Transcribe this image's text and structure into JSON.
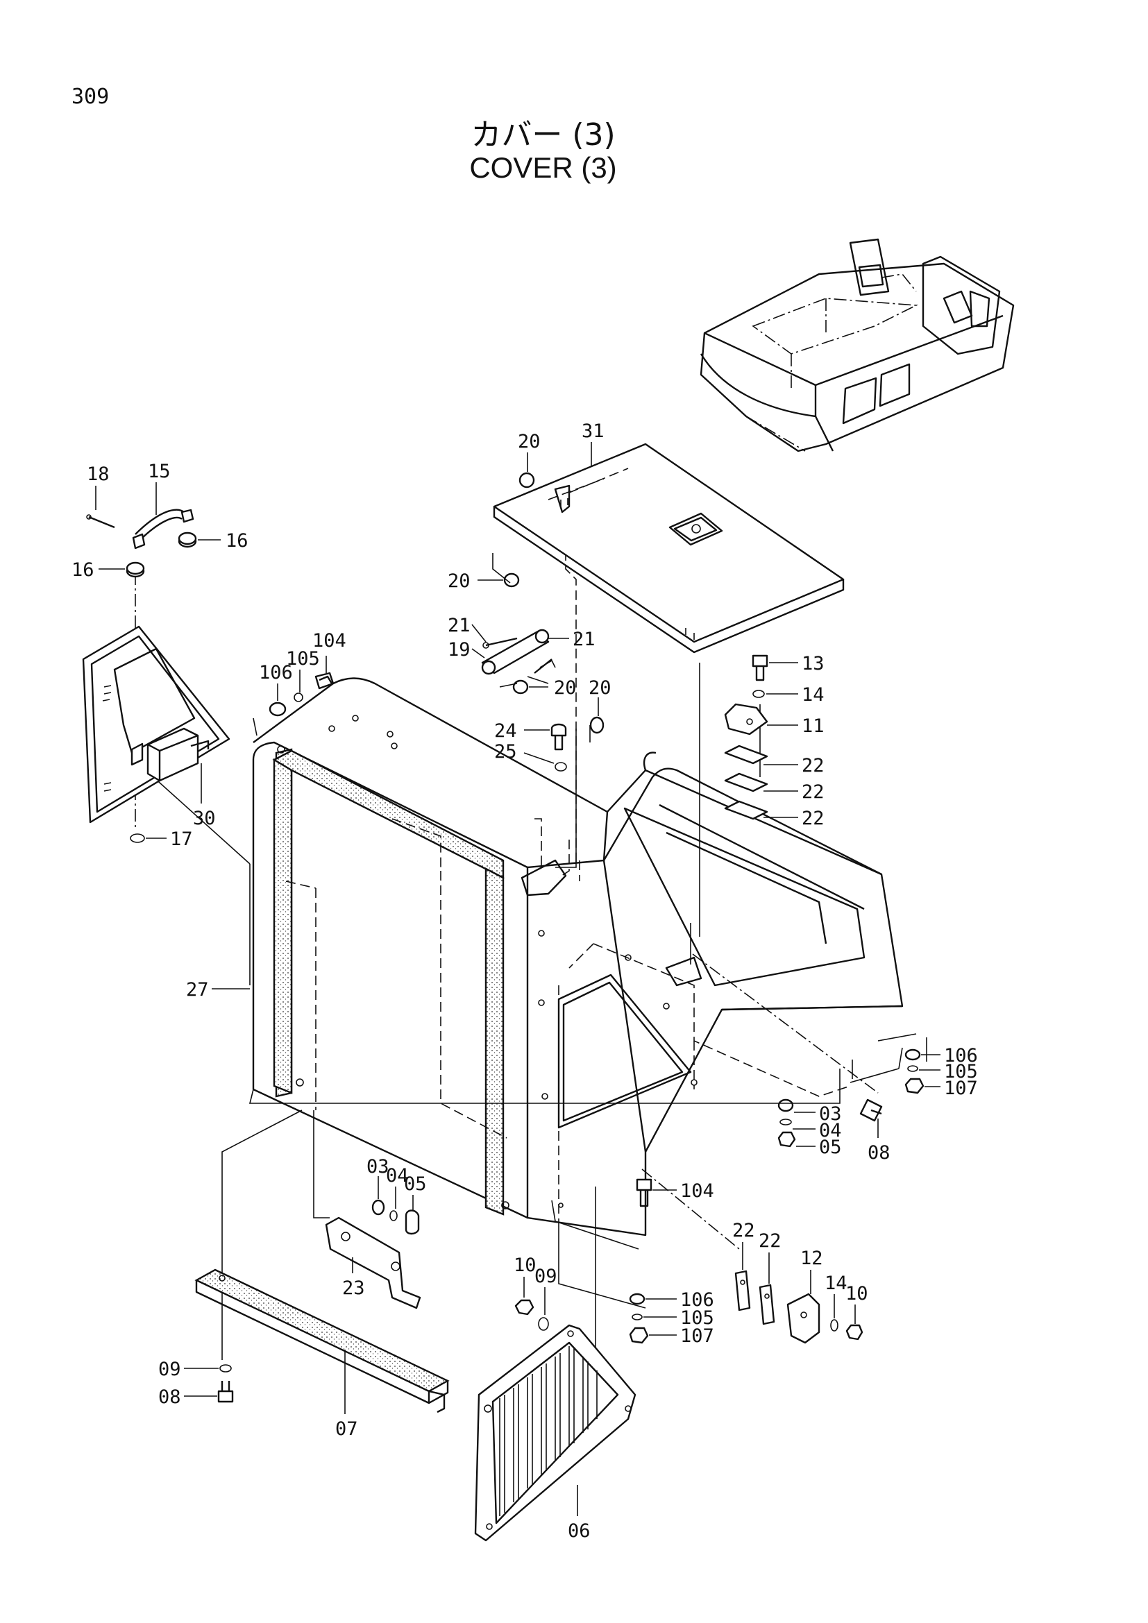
{
  "page_number": "309",
  "title_jp": "カバー (3)",
  "title_en": "COVER (3)",
  "callouts": [
    {
      "num": "18"
    },
    {
      "num": "15"
    },
    {
      "num": "16"
    },
    {
      "num": "16"
    },
    {
      "num": "17"
    },
    {
      "num": "30"
    },
    {
      "num": "20"
    },
    {
      "num": "31"
    },
    {
      "num": "20"
    },
    {
      "num": "21"
    },
    {
      "num": "21"
    },
    {
      "num": "19"
    },
    {
      "num": "20"
    },
    {
      "num": "20"
    },
    {
      "num": "106"
    },
    {
      "num": "105"
    },
    {
      "num": "104"
    },
    {
      "num": "24"
    },
    {
      "num": "25"
    },
    {
      "num": "13"
    },
    {
      "num": "14"
    },
    {
      "num": "11"
    },
    {
      "num": "22"
    },
    {
      "num": "22"
    },
    {
      "num": "22"
    },
    {
      "num": "27"
    },
    {
      "num": "106"
    },
    {
      "num": "105"
    },
    {
      "num": "107"
    },
    {
      "num": "03"
    },
    {
      "num": "04"
    },
    {
      "num": "05"
    },
    {
      "num": "08"
    },
    {
      "num": "03"
    },
    {
      "num": "04"
    },
    {
      "num": "05"
    },
    {
      "num": "104"
    },
    {
      "num": "23"
    },
    {
      "num": "10"
    },
    {
      "num": "09"
    },
    {
      "num": "106"
    },
    {
      "num": "105"
    },
    {
      "num": "107"
    },
    {
      "num": "22"
    },
    {
      "num": "22"
    },
    {
      "num": "12"
    },
    {
      "num": "14"
    },
    {
      "num": "10"
    },
    {
      "num": "09"
    },
    {
      "num": "08"
    },
    {
      "num": "07"
    },
    {
      "num": "06"
    }
  ]
}
